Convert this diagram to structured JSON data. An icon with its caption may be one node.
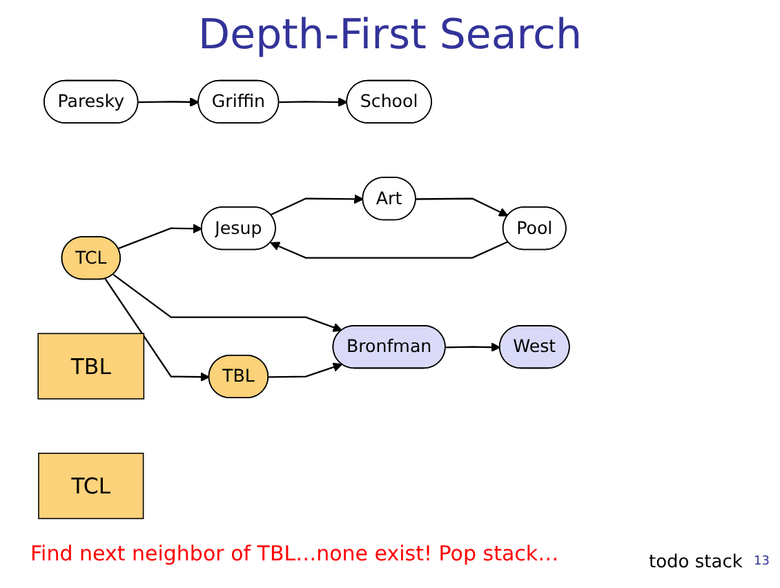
{
  "diagram": {
    "title": "Depth-First Search",
    "nodes": [
      {
        "text": [
          "Paresky"
        ]
      },
      {
        "text": [
          "Griffin"
        ]
      },
      {
        "text": [
          "School"
        ]
      },
      {
        "text": [
          "West"
        ]
      },
      {
        "text": [
          "Bronfman"
        ]
      },
      {
        "text": [
          "Jesup"
        ]
      },
      {
        "text": [
          "Art"
        ]
      },
      {
        "text": [
          "Pool"
        ]
      },
      {
        "text": [
          "TBL"
        ]
      },
      {
        "text": [
          "TCL"
        ]
      },
      {
        "text": [
          "TBL"
        ]
      },
      {
        "text": [
          "TCL"
        ]
      }
    ],
    "edges": [
      {
        "from": 0,
        "to": 1,
        "arrow": "to"
      },
      {
        "from": 1,
        "to": 2,
        "arrow": "to"
      },
      {
        "from": 4,
        "to": 3,
        "arrow": "to"
      },
      {
        "from": 9,
        "to": 5,
        "arrow": "to"
      },
      {
        "from": 5,
        "to": 6,
        "arrow": "to"
      },
      {
        "from": 9,
        "to": 4,
        "arrow": "to"
      },
      {
        "from": 8,
        "to": 4,
        "arrow": "to"
      },
      {
        "from": 7,
        "to": 5,
        "arrow": "to"
      },
      {
        "from": 6,
        "to": 7,
        "arrow": "to"
      },
      {
        "from": 9,
        "to": 8,
        "arrow": "to"
      }
    ],
    "labels": [
      "Find next neighbor of TBL…none exist! Pop stack…",
      "todo stack",
      "13"
    ]
  }
}
